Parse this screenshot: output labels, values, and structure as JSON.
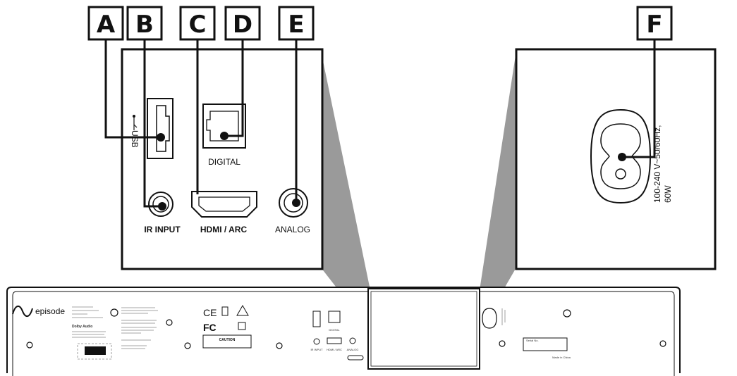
{
  "callouts": [
    {
      "letter": "A",
      "target": "USB"
    },
    {
      "letter": "B",
      "target": "IR INPUT"
    },
    {
      "letter": "C",
      "target": "HDMI / ARC"
    },
    {
      "letter": "D",
      "target": "DIGITAL"
    },
    {
      "letter": "E",
      "target": "ANALOG"
    },
    {
      "letter": "F",
      "target": "Power"
    }
  ],
  "ports": {
    "usb": "USB",
    "digital": "DIGITAL",
    "ir_input": "IR INPUT",
    "hdmi_arc": "HDMI / ARC",
    "analog": "ANALOG"
  },
  "power": {
    "line1": "100-240 V~50/60Hz,",
    "line2": "60W"
  },
  "rear_panel": {
    "brand": "episode",
    "dolby": "Dolby Audio",
    "fcc_logo": "FC",
    "ce_logo": "CE",
    "caution": "CAUTION",
    "small_digital": "DIGITAL",
    "small_ir": "IR INPUT",
    "small_hdmi": "HDMI / ARC",
    "small_analog": "ANALOG",
    "made_in": "Made in China",
    "serial": "Serial No."
  },
  "colors": {
    "ink": "#111111",
    "zoom_wedge": "#9a9a9a",
    "panel_fill": "#ffffff"
  }
}
